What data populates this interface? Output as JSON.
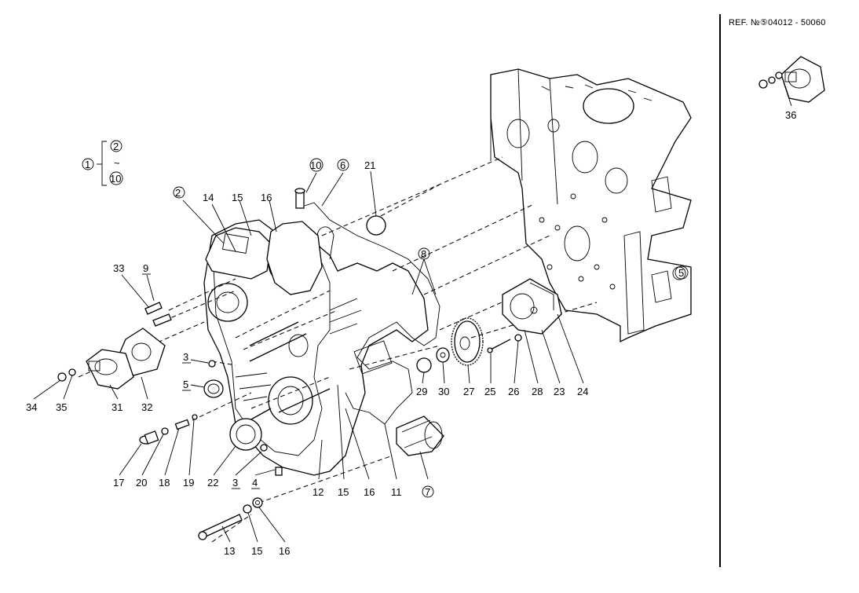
{
  "reference": {
    "text": "REF. №⑤04012 - 50060"
  },
  "assembly_group": {
    "number": "1",
    "range_start": "2",
    "range_end": "10",
    "separator": "~"
  },
  "labels": {
    "l2": "2",
    "l14": "14",
    "l15a": "15",
    "l16a": "16",
    "l10": "10",
    "l6": "6",
    "l21": "21",
    "l33": "33",
    "l9": "9",
    "l8": "8",
    "l3a": "3",
    "l5a": "5",
    "l34": "34",
    "l35": "35",
    "l31": "31",
    "l32": "32",
    "l17": "17",
    "l20": "20",
    "l18": "18",
    "l19": "19",
    "l22": "22",
    "l3b": "3",
    "l4": "4",
    "l12": "12",
    "l15b": "15",
    "l16b": "16",
    "l11": "11",
    "l7": "7",
    "l29": "29",
    "l30": "30",
    "l27": "27",
    "l25": "25",
    "l26": "26",
    "l28": "28",
    "l23": "23",
    "l24": "24",
    "l5b": "5",
    "l13": "13",
    "l15c": "15",
    "l16c": "16",
    "l36": "36"
  },
  "colors": {
    "ink": "#000000",
    "paper": "#ffffff"
  }
}
